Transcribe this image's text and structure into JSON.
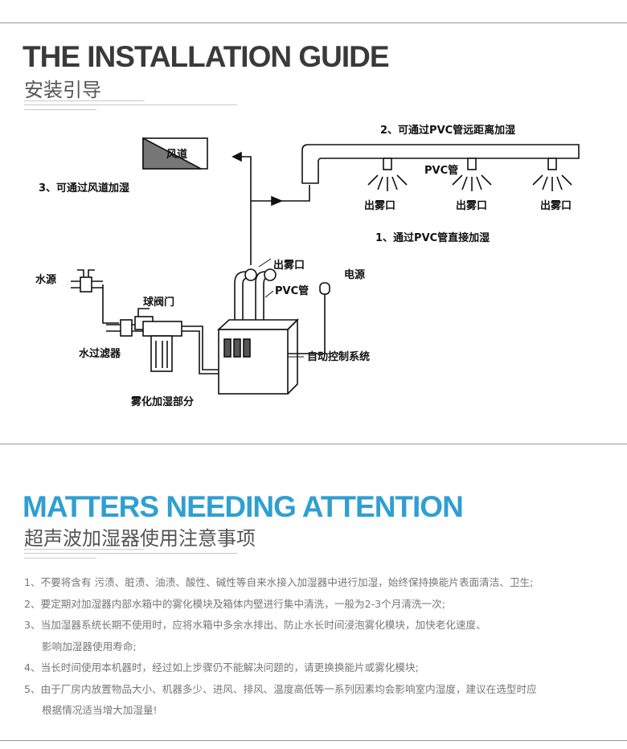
{
  "install": {
    "title_en": "THE INSTALLATION GUIDE",
    "title_zh": "安装引导"
  },
  "diagram": {
    "labels": {
      "duct": "风道",
      "via_duct": "3、可通过风道加湿",
      "via_pvc_far": "2、可通过PVC管远距离加湿",
      "pvc_pipe_top": "PVC管",
      "mist_outlet_1": "出雾口",
      "mist_outlet_2": "出雾口",
      "mist_outlet_3": "出雾口",
      "direct_pvc": "1、通过PVC管直接加湿",
      "water_source": "水源",
      "ball_valve": "球阀门",
      "mist_outlet_unit": "出雾口",
      "pvc_pipe_unit": "PVC管",
      "power": "电源",
      "water_filter": "水过滤器",
      "control_system": "自动控制系统",
      "atomizing_part": "雾化加湿部分"
    }
  },
  "attention": {
    "title_en": "MATTERS NEEDING ATTENTION",
    "title_zh": "超声波加湿器使用注意事项",
    "items": [
      {
        "text": "1、不要将含有 污渍、脏渍、油渍、酸性、碱性等自来水接入加湿器中进行加湿，始终保持换能片表面清洁、卫生;",
        "cont": ""
      },
      {
        "text": "2、要定期对加湿器内部水箱中的雾化模块及箱体内壁进行集中清洗，一般为2-3个月清洗一次;",
        "cont": ""
      },
      {
        "text": "3、当加湿器系统长期不使用时，应将水箱中多余水排出、防止水长时间浸泡雾化模块，加快老化速度、",
        "cont": "影响加湿器使用寿命;"
      },
      {
        "text": "4、当长时间使用本机器时，经过如上步骤仍不能解决问题的，请更换换能片或雾化模块;",
        "cont": ""
      },
      {
        "text": "5、由于厂房内放置物品大小、机器多少、进风、排风、温度高低等一系列因素均会影响室内湿度，建议在选型时应",
        "cont": "根据情况适当增大加湿量!"
      }
    ]
  },
  "colors": {
    "accent_blue": "#2f9fd2",
    "title_dark": "#3a3a3a"
  }
}
